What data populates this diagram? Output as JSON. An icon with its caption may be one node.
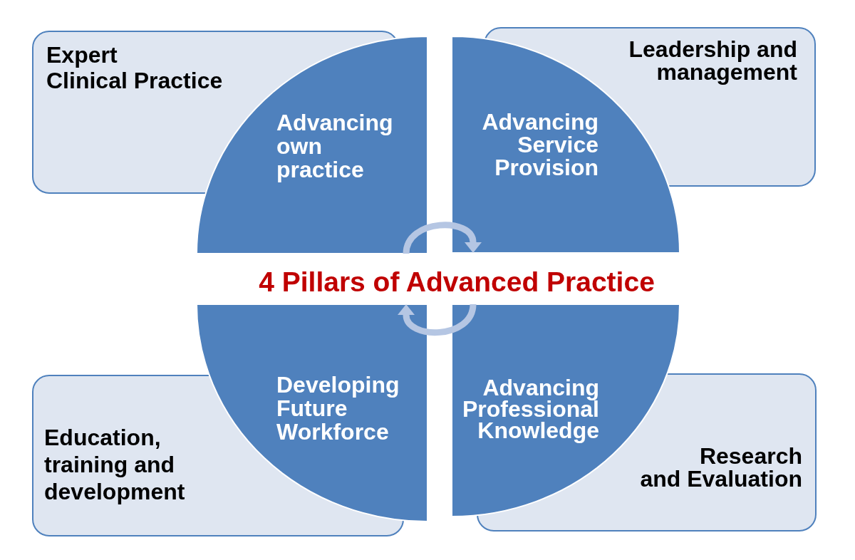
{
  "diagram": {
    "title": "4 Pillars of Advanced Practice",
    "nodes": [
      {
        "text": [
          "Expert Clinical Practice"
        ]
      },
      {
        "text": [
          "Advancing own practice"
        ]
      },
      {
        "text": [
          "Advancing Service Provision"
        ]
      },
      {
        "text": [
          "Leadership and management"
        ]
      },
      {
        "text": [
          "Education, training and development"
        ]
      },
      {
        "text": [
          "Developing Future Workforce"
        ]
      },
      {
        "text": [
          "Advancing Professional Knowledge"
        ]
      },
      {
        "text": [
          "Research and Evaluation"
        ]
      }
    ],
    "edges": [
      {
        "from": 1,
        "to": 2,
        "arrow": "to"
      },
      {
        "from": 6,
        "to": 5,
        "arrow": "to"
      }
    ]
  }
}
